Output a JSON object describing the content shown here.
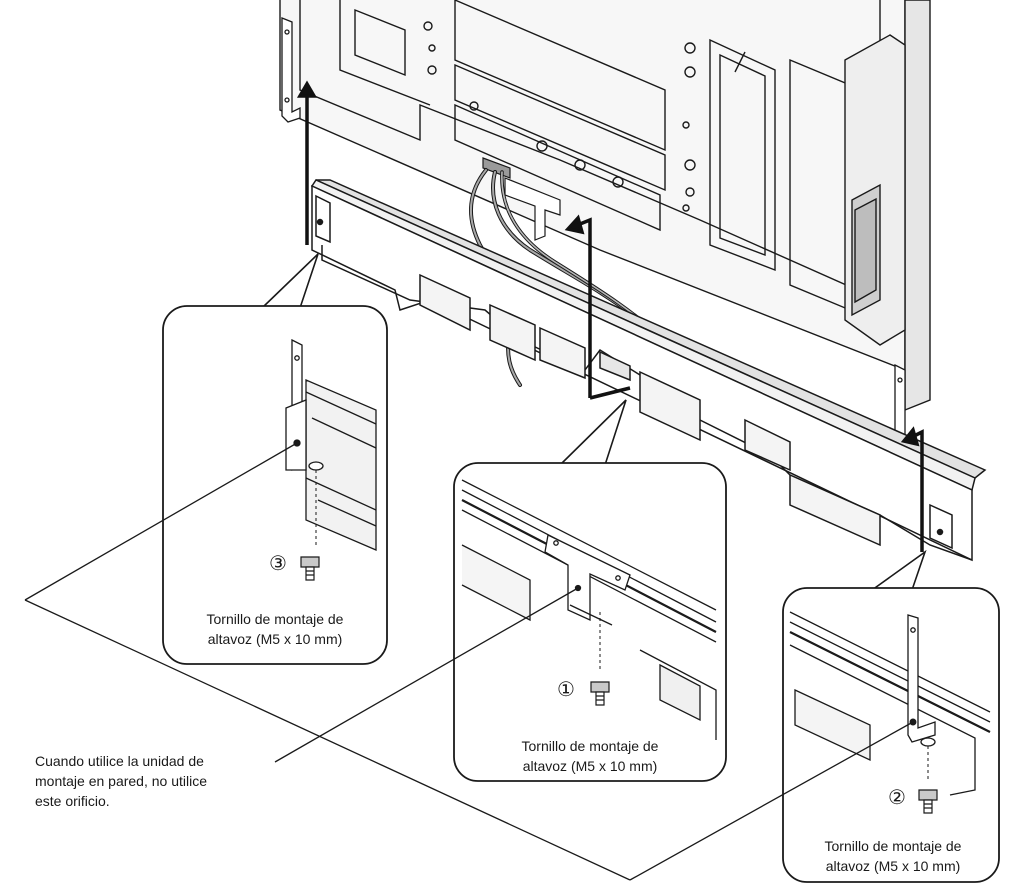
{
  "callouts": [
    {
      "number": "③",
      "label_line1": "Tornillo de montaje de",
      "label_line2": "altavoz (M5 x 10 mm)"
    },
    {
      "number": "①",
      "label_line1": "Tornillo de montaje de",
      "label_line2": "altavoz (M5 x 10 mm)"
    },
    {
      "number": "②",
      "label_line1": "Tornillo de montaje de",
      "label_line2": "altavoz (M5 x 10 mm)"
    }
  ],
  "note": {
    "line1": "Cuando utilice la unidad de",
    "line2": "montaje en pared, no utilice",
    "line3": "este orificio."
  },
  "colors": {
    "line": "#1a1a1a",
    "panel_fill": "#f4f4f4",
    "shade": "#d9d9d9",
    "dark_shade": "#8a8a8a"
  }
}
